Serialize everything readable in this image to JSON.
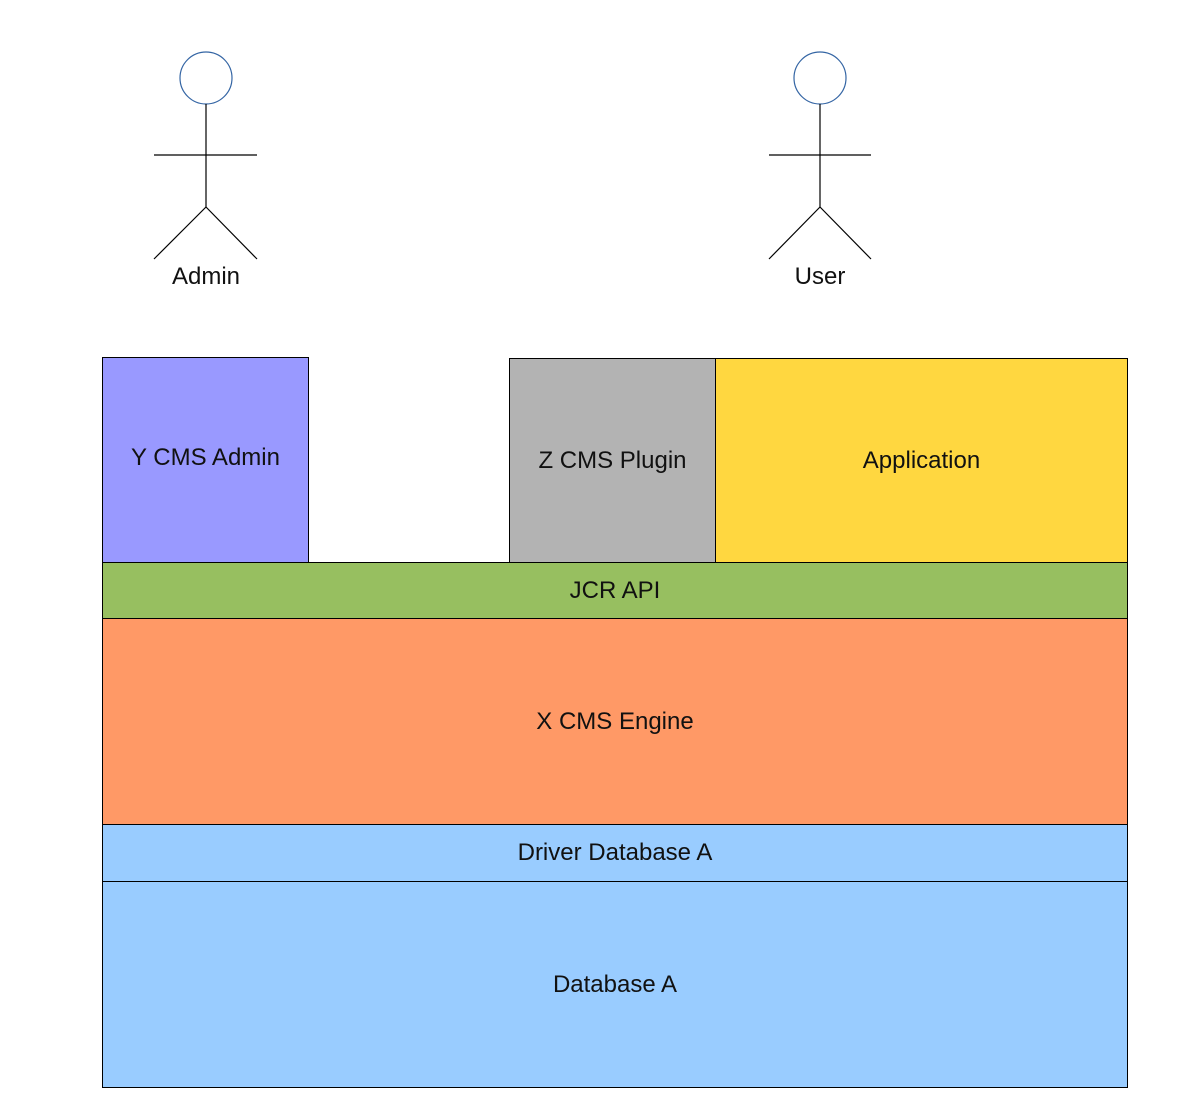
{
  "actors": [
    {
      "label": "Admin"
    },
    {
      "label": "User"
    }
  ],
  "blocks": {
    "y_cms_admin": {
      "label": "Y CMS Admin",
      "color": "#9999ff"
    },
    "z_cms_plugin": {
      "label": "Z CMS Plugin",
      "color": "#b3b3b3"
    },
    "application": {
      "label": "Application",
      "color": "#ffd740"
    },
    "jcr_api": {
      "label": "JCR API",
      "color": "#97bf60"
    },
    "x_cms_engine": {
      "label": "X CMS Engine",
      "color": "#ff9966"
    },
    "driver_database_a": {
      "label": "Driver Database A",
      "color": "#99ccff"
    },
    "database_a": {
      "label": "Database A",
      "color": "#99ccff"
    }
  },
  "colors": {
    "actor_head": "#3465a4",
    "line": "#000000",
    "background": "#ffffff"
  }
}
